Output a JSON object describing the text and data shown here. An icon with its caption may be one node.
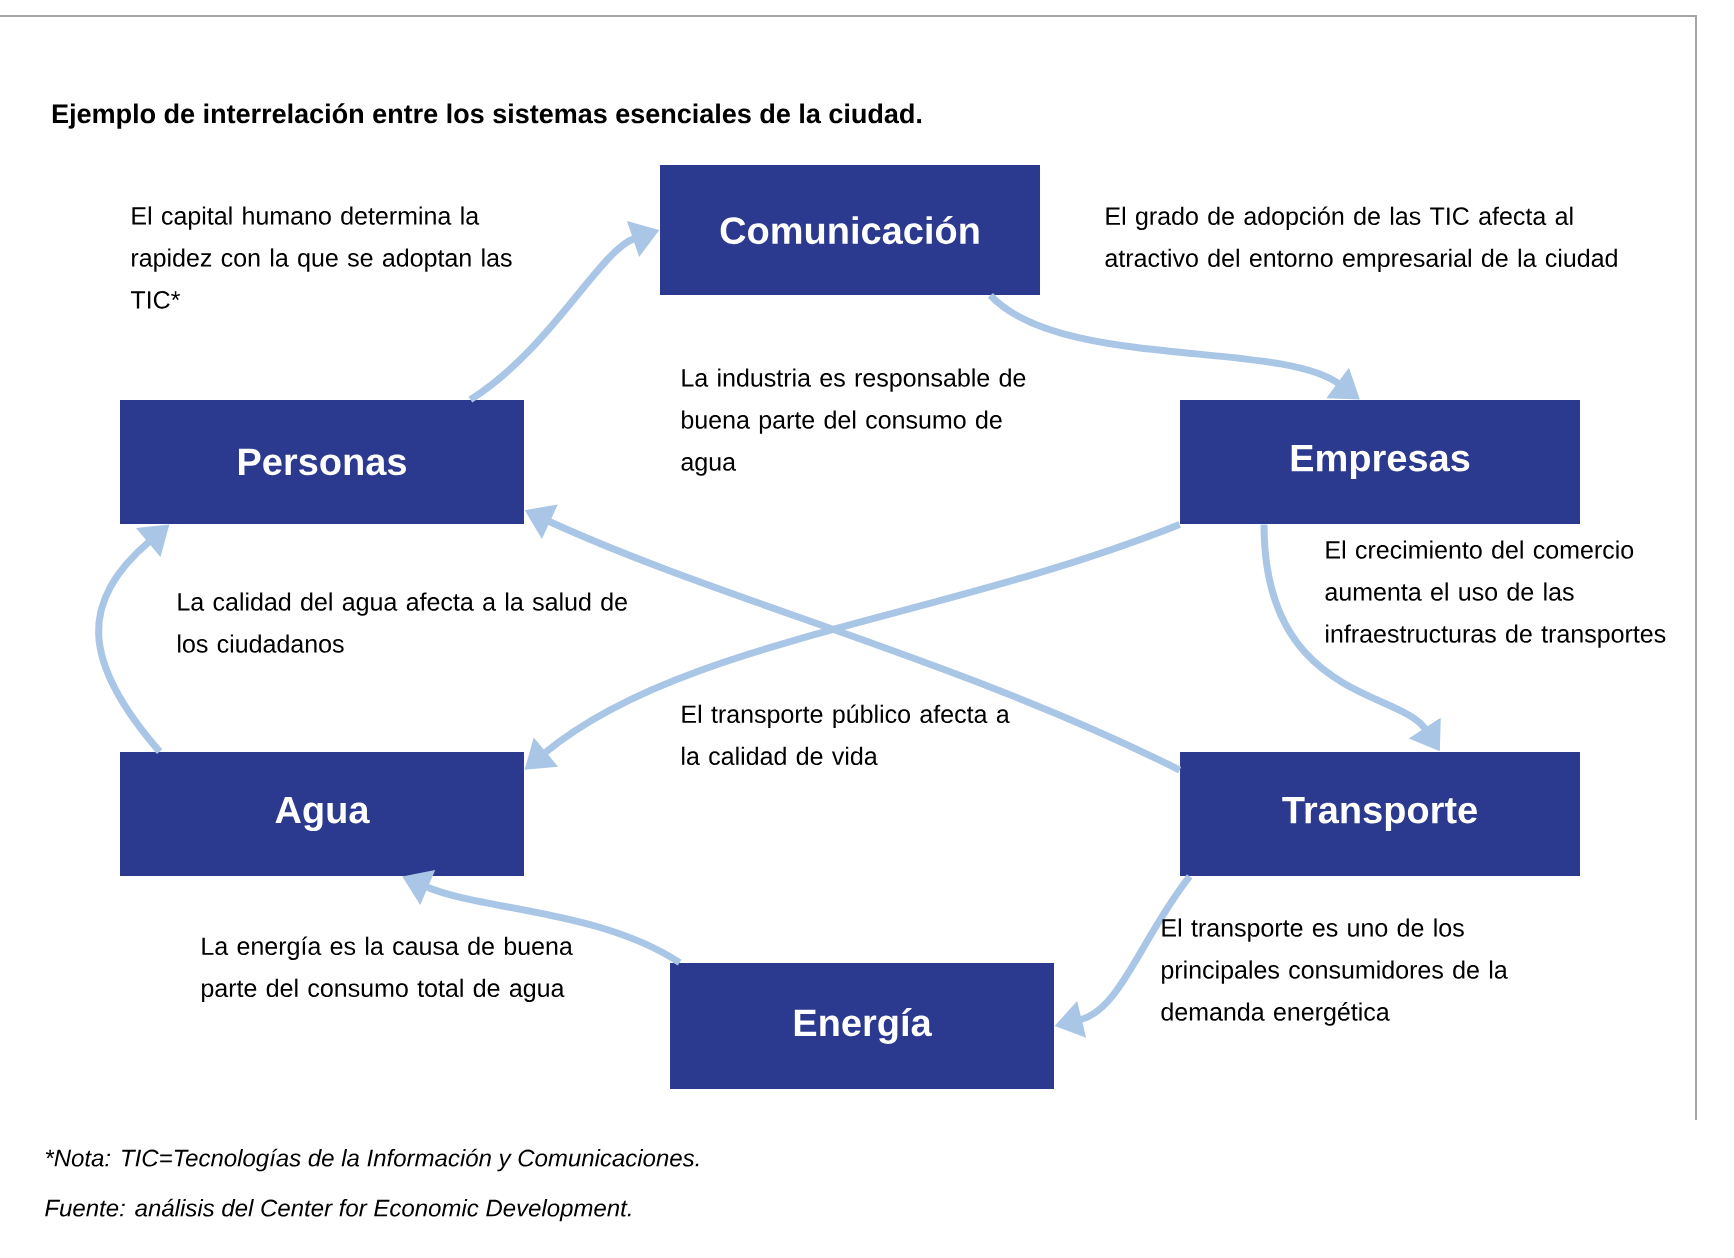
{
  "diagram": {
    "title": "Ejemplo de interrelación entre los sistemas esenciales de la ciudad.",
    "nodes": [
      {
        "text": [
          "Comunicación"
        ]
      },
      {
        "text": [
          "Personas"
        ]
      },
      {
        "text": [
          "Empresas"
        ]
      },
      {
        "text": [
          "Agua"
        ]
      },
      {
        "text": [
          "Transporte"
        ]
      },
      {
        "text": [
          "Energía"
        ]
      }
    ],
    "edges": [
      {
        "from": 1,
        "to": 0,
        "arrow": "to",
        "label": "El capital humano determina la rapidez con la que se adoptan las TIC*"
      },
      {
        "from": 0,
        "to": 2,
        "arrow": "to",
        "label": "El grado de adopción de las TIC afecta al atractivo del entorno empresarial de la ciudad"
      },
      {
        "from": 2,
        "to": 4,
        "arrow": "to",
        "label": "El crecimiento del comercio aumenta el uso de las infraestructuras de transportes"
      },
      {
        "from": 4,
        "to": 5,
        "arrow": "to",
        "label": "El transporte es uno de los principales consumidores de la demanda energética"
      },
      {
        "from": 5,
        "to": 3,
        "arrow": "to",
        "label": "La energía es la causa de buena parte del consumo total de agua"
      },
      {
        "from": 3,
        "to": 1,
        "arrow": "to",
        "label": "La calidad del agua afecta a la salud de los ciudadanos"
      },
      {
        "from": 2,
        "to": 3,
        "arrow": "to",
        "label": "La industria es responsable de buena parte del consumo de agua"
      },
      {
        "from": 4,
        "to": 1,
        "arrow": "to",
        "label": "El transporte público afecta a la calidad de vida"
      }
    ],
    "labels": [
      "*Nota: TIC=Tecnologías de la Información y Comunicaciones.",
      "Fuente: análisis del Center for Economic Development."
    ]
  }
}
